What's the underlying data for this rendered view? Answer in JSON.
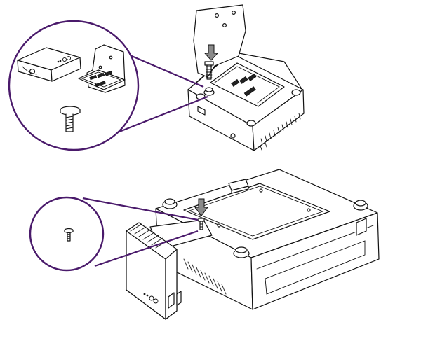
{
  "figure": {
    "background": "#ffffff",
    "line_color": "#111111",
    "callout_color": "#4a1a6b",
    "arrow_fill": "#8a8a8a"
  },
  "steps": [
    {
      "name": "attach-wireless-dongle-to-bracket",
      "zoom_callout": "dongle-and-thumbscrew-detail",
      "icons": [
        "screw-icon",
        "press-down-arrow-icon",
        "bracket-icon",
        "dongle-icon",
        "projector-icon"
      ]
    },
    {
      "name": "secure-dongle-to-projector",
      "zoom_callout": "small-screw-detail",
      "icons": [
        "screw-icon",
        "press-down-arrow-icon",
        "dongle-icon",
        "projector-icon"
      ]
    }
  ]
}
